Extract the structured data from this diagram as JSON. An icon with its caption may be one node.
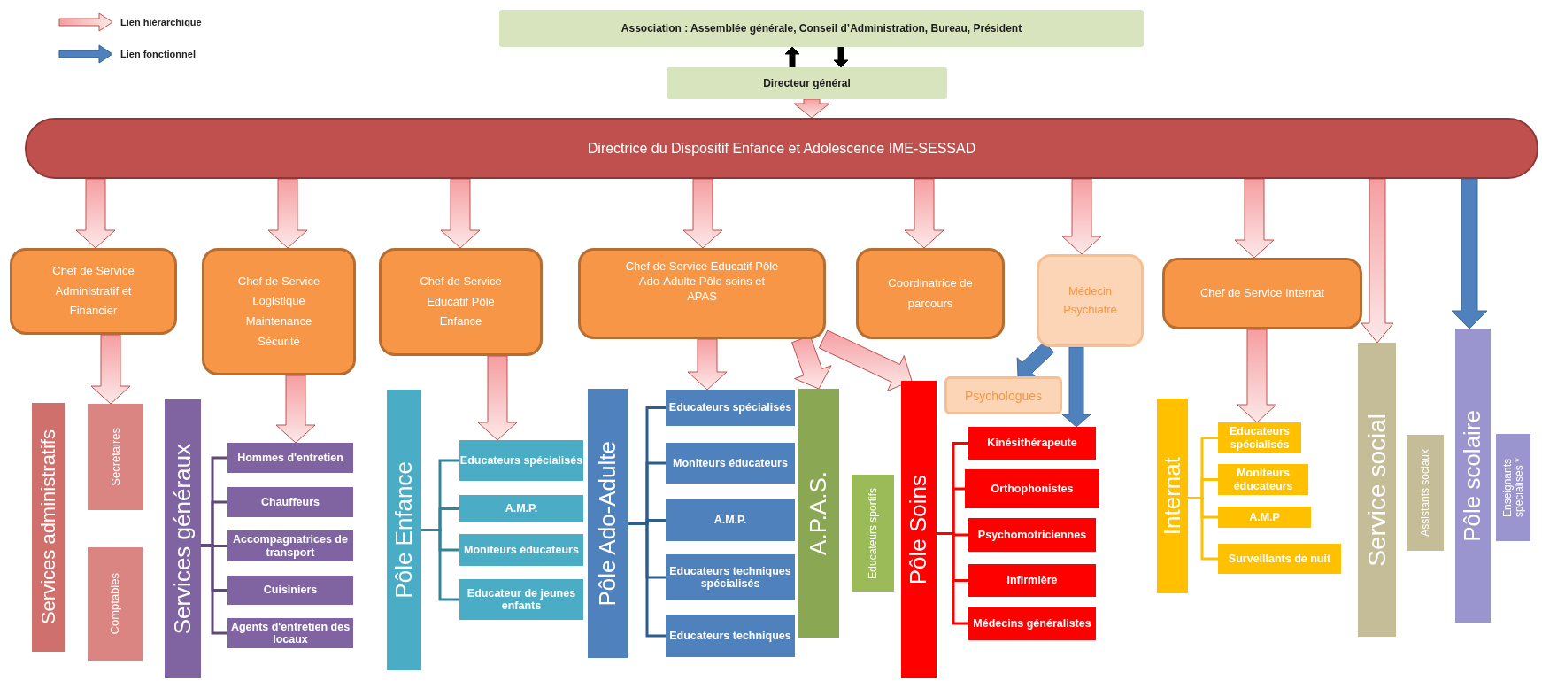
{
  "diagram": {
    "nodes": [
      {
        "text": [
          "Association : Assemblée générale, Conseil d’Administration, Bureau, Président"
        ]
      },
      {
        "text": [
          "Directeur général"
        ]
      },
      {
        "text": [
          "Directrice du Dispositif Enfance et Adolescence IME-SESSAD"
        ]
      },
      {
        "text": [
          "Chef de Service Administratif et Financier"
        ]
      },
      {
        "text": [
          "Chef de Service Logistique Maintenance Sécurité"
        ]
      },
      {
        "text": [
          "Chef de Service Educatif Pôle Enfance"
        ]
      },
      {
        "text": [
          "Chef de Service Educatif Pôle Ado-Adulte Pôle soins et APAS"
        ]
      },
      {
        "text": [
          "Coordinatrice de parcours"
        ]
      },
      {
        "text": [
          "Médecin Psychiatre"
        ]
      },
      {
        "text": [
          "Chef de Service Internat"
        ]
      },
      {
        "text": [
          "Services administratifs"
        ]
      },
      {
        "text": [
          "Secrétaires"
        ]
      },
      {
        "text": [
          "Comptables"
        ]
      },
      {
        "text": [
          "Services généraux"
        ]
      },
      {
        "text": [
          "Hommes d'entretien"
        ]
      },
      {
        "text": [
          "Chauffeurs"
        ]
      },
      {
        "text": [
          "Accompagnatrices de transport"
        ]
      },
      {
        "text": [
          "Cuisiniers"
        ]
      },
      {
        "text": [
          "Agents d'entretien des locaux"
        ]
      },
      {
        "text": [
          "Pôle Enfance"
        ]
      },
      {
        "text": [
          "Educateurs spécialisés"
        ]
      },
      {
        "text": [
          "A.M.P."
        ]
      },
      {
        "text": [
          "Moniteurs éducateurs"
        ]
      },
      {
        "text": [
          "Educateur de jeunes enfants"
        ]
      },
      {
        "text": [
          "Pôle Ado-Adulte"
        ]
      },
      {
        "text": [
          "Educateurs spécialisés"
        ]
      },
      {
        "text": [
          "Moniteurs éducateurs"
        ]
      },
      {
        "text": [
          "A.M.P."
        ]
      },
      {
        "text": [
          "Educateurs techniques spécialisés"
        ]
      },
      {
        "text": [
          "Educateurs techniques"
        ]
      },
      {
        "text": [
          "A.P.A.S."
        ]
      },
      {
        "text": [
          "Educateurs sportifs"
        ]
      },
      {
        "text": [
          "Pôle Soins"
        ]
      },
      {
        "text": [
          "Psychologues"
        ]
      },
      {
        "text": [
          "Kinésithérapeute"
        ]
      },
      {
        "text": [
          "Orthophonistes"
        ]
      },
      {
        "text": [
          "Psychomotriciennes"
        ]
      },
      {
        "text": [
          "Infirmière"
        ]
      },
      {
        "text": [
          "Médecins généralistes"
        ]
      },
      {
        "text": [
          "Internat"
        ]
      },
      {
        "text": [
          "Educateurs spécialisés"
        ]
      },
      {
        "text": [
          "Moniteurs éducateurs"
        ]
      },
      {
        "text": [
          "A.M.P"
        ]
      },
      {
        "text": [
          "Surveillants de nuit"
        ]
      },
      {
        "text": [
          "Service social"
        ]
      },
      {
        "text": [
          "Assistants sociaux"
        ]
      },
      {
        "text": [
          "Pôle scolaire"
        ]
      },
      {
        "text": [
          "Enseignants spécialisés *"
        ]
      }
    ],
    "edges": [
      {
        "from": 1,
        "to": 0,
        "arrow": "to",
        "style": "thick",
        "color": "#000000"
      },
      {
        "from": 0,
        "to": 1,
        "arrow": "to",
        "style": "thick",
        "color": "#000000"
      },
      {
        "from": 1,
        "to": 2,
        "arrow": "to",
        "style": "thick"
      },
      {
        "from": 2,
        "to": 3,
        "arrow": "to",
        "style": "thick"
      },
      {
        "from": 2,
        "to": 4,
        "arrow": "to",
        "style": "thick"
      },
      {
        "from": 2,
        "to": 5,
        "arrow": "to",
        "style": "thick"
      },
      {
        "from": 2,
        "to": 6,
        "arrow": "to",
        "style": "thick"
      },
      {
        "from": 2,
        "to": 7,
        "arrow": "to",
        "style": "thick"
      },
      {
        "from": 2,
        "to": 8,
        "arrow": "to",
        "style": "thick"
      },
      {
        "from": 2,
        "to": 9,
        "arrow": "to",
        "style": "thick"
      },
      {
        "from": 2,
        "to": 44,
        "arrow": "to",
        "style": "thick"
      },
      {
        "from": 2,
        "to": 46,
        "arrow": "to",
        "style": "thick",
        "color": "#4f81bd"
      },
      {
        "from": 3,
        "to": 11,
        "arrow": "to",
        "style": "thick"
      },
      {
        "from": 4,
        "to": 14,
        "arrow": "to",
        "style": "thick"
      },
      {
        "from": 5,
        "to": 20,
        "arrow": "to",
        "style": "thick"
      },
      {
        "from": 6,
        "to": 25,
        "arrow": "to",
        "style": "thick"
      },
      {
        "from": 6,
        "to": 30,
        "arrow": "to",
        "style": "thick"
      },
      {
        "from": 6,
        "to": 32,
        "arrow": "to",
        "style": "thick"
      },
      {
        "from": 8,
        "to": 33,
        "arrow": "to",
        "style": "thick",
        "color": "#4f81bd"
      },
      {
        "from": 8,
        "to": 34,
        "arrow": "to",
        "style": "thick",
        "color": "#4f81bd"
      },
      {
        "from": 9,
        "to": 40,
        "arrow": "to",
        "style": "thick"
      },
      {
        "from": 13,
        "to": 14,
        "arrow": "none",
        "color": "#5f497a"
      },
      {
        "from": 13,
        "to": 15,
        "arrow": "none",
        "color": "#5f497a"
      },
      {
        "from": 13,
        "to": 16,
        "arrow": "none",
        "color": "#5f497a"
      },
      {
        "from": 13,
        "to": 17,
        "arrow": "none",
        "color": "#5f497a"
      },
      {
        "from": 13,
        "to": 18,
        "arrow": "none",
        "color": "#5f497a"
      },
      {
        "from": 19,
        "to": 20,
        "arrow": "none",
        "color": "#31849b"
      },
      {
        "from": 19,
        "to": 21,
        "arrow": "none",
        "color": "#31849b"
      },
      {
        "from": 19,
        "to": 22,
        "arrow": "none",
        "color": "#31849b"
      },
      {
        "from": 19,
        "to": 23,
        "arrow": "none",
        "color": "#31849b"
      },
      {
        "from": 24,
        "to": 25,
        "arrow": "none",
        "color": "#2c5d8f"
      },
      {
        "from": 24,
        "to": 26,
        "arrow": "none",
        "color": "#2c5d8f"
      },
      {
        "from": 24,
        "to": 27,
        "arrow": "none",
        "color": "#2c5d8f"
      },
      {
        "from": 24,
        "to": 28,
        "arrow": "none",
        "color": "#2c5d8f"
      },
      {
        "from": 24,
        "to": 29,
        "arrow": "none",
        "color": "#2c5d8f"
      },
      {
        "from": 32,
        "to": 34,
        "arrow": "none",
        "color": "#ff0000"
      },
      {
        "from": 32,
        "to": 35,
        "arrow": "none",
        "color": "#ff0000"
      },
      {
        "from": 32,
        "to": 36,
        "arrow": "none",
        "color": "#ff0000"
      },
      {
        "from": 32,
        "to": 37,
        "arrow": "none",
        "color": "#ff0000"
      },
      {
        "from": 32,
        "to": 38,
        "arrow": "none",
        "color": "#ff0000"
      },
      {
        "from": 39,
        "to": 40,
        "arrow": "none",
        "color": "#ffc000"
      },
      {
        "from": 39,
        "to": 41,
        "arrow": "none",
        "color": "#ffc000"
      },
      {
        "from": 39,
        "to": 42,
        "arrow": "none",
        "color": "#ffc000"
      },
      {
        "from": 39,
        "to": 43,
        "arrow": "none",
        "color": "#ffc000"
      }
    ],
    "legend": [
      {
        "text": "Lien hiérarchique"
      },
      {
        "text": "Lien fonctionnel"
      }
    ]
  }
}
